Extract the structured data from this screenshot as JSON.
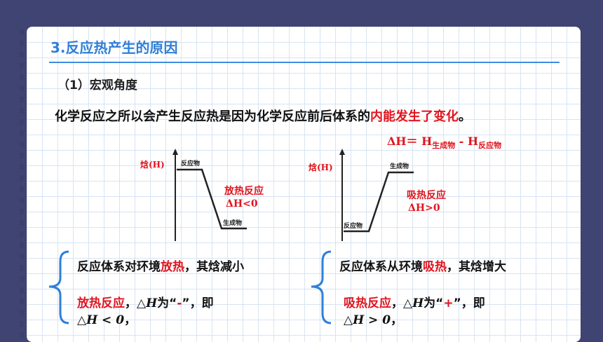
{
  "title": "3.反应热产生的原因",
  "subtitle": "（1）宏观角度",
  "intro": {
    "text": "化学反应之所以会产生反应热是因为化学反应前后体系的",
    "highlight": "内能发生了变化",
    "end": "。"
  },
  "formula": {
    "lhs": "ΔH＝ H",
    "sub1": "生成物",
    "mid": " - H",
    "sub2": "反应物"
  },
  "left_diagram": {
    "y_label": "焓(H)",
    "top_label": "反应物",
    "bottom_label": "生成物",
    "type_label": "放热反应",
    "delta": "ΔH<0",
    "line1_a": "反应体系对环境",
    "line1_red": "放热",
    "line1_b": "，其焓减小",
    "line2_red": "放热反应",
    "line2_b": "，△",
    "line2_h": "H",
    "line2_c": "为“",
    "line2_sign": "-",
    "line2_d": "”，即",
    "line3_a": "△",
    "line3_h": "H",
    "line3_b": " < 0",
    "line3_c": "，"
  },
  "right_diagram": {
    "y_label": "焓(H)",
    "top_label": "生成物",
    "bottom_label": "反应物",
    "type_label": "吸热反应",
    "delta": "ΔH>0",
    "line1_a": "反应体系从环境",
    "line1_red": "吸热",
    "line1_b": "，其焓增大",
    "line2_red": "吸热反应",
    "line2_b": "，△",
    "line2_h": "H",
    "line2_c": "为“",
    "line2_sign": "+",
    "line2_d": "”，即",
    "line3_a": "△",
    "line3_h": "H",
    "line3_b": " > 0",
    "line3_c": "，"
  },
  "colors": {
    "background": "#3f4473",
    "accent": "#2f7fd8",
    "highlight": "#e0141e"
  }
}
